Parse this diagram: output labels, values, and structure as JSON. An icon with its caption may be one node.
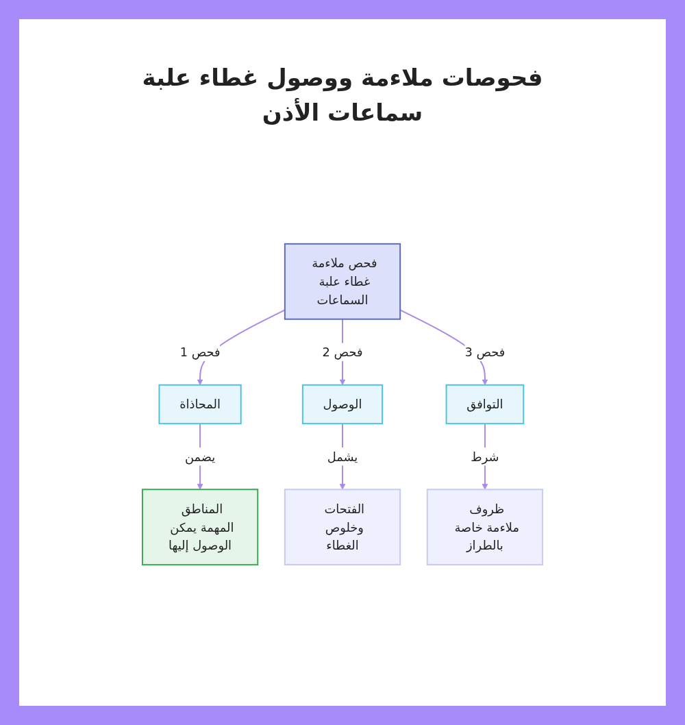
{
  "diagram": {
    "title": "فحوصات ملاءمة ووصول غطاء علبة سماعات الأذن",
    "nodes": [
      {
        "text": [
          "فحص ملاءمة غطاء علبة السماعات"
        ]
      },
      {
        "text": [
          "المحاذاة"
        ]
      },
      {
        "text": [
          "الوصول"
        ]
      },
      {
        "text": [
          "التوافق"
        ]
      },
      {
        "text": [
          "المناطق المهمة يمكن الوصول إليها"
        ]
      },
      {
        "text": [
          "الفتحات وخلوص الغطاء"
        ]
      },
      {
        "text": [
          "ظروف ملاءمة خاصة بالطراز"
        ]
      }
    ],
    "edges": [
      {
        "from": 0,
        "to": 1,
        "arrow": "to",
        "label": "فحص 1"
      },
      {
        "from": 0,
        "to": 2,
        "arrow": "to",
        "label": "فحص 2"
      },
      {
        "from": 0,
        "to": 3,
        "arrow": "to",
        "label": "فحص 3"
      },
      {
        "from": 1,
        "to": 4,
        "arrow": "to",
        "label": "يضمن"
      },
      {
        "from": 2,
        "to": 5,
        "arrow": "to",
        "label": "يشمل"
      },
      {
        "from": 3,
        "to": 6,
        "arrow": "to",
        "label": "شرط"
      }
    ]
  }
}
